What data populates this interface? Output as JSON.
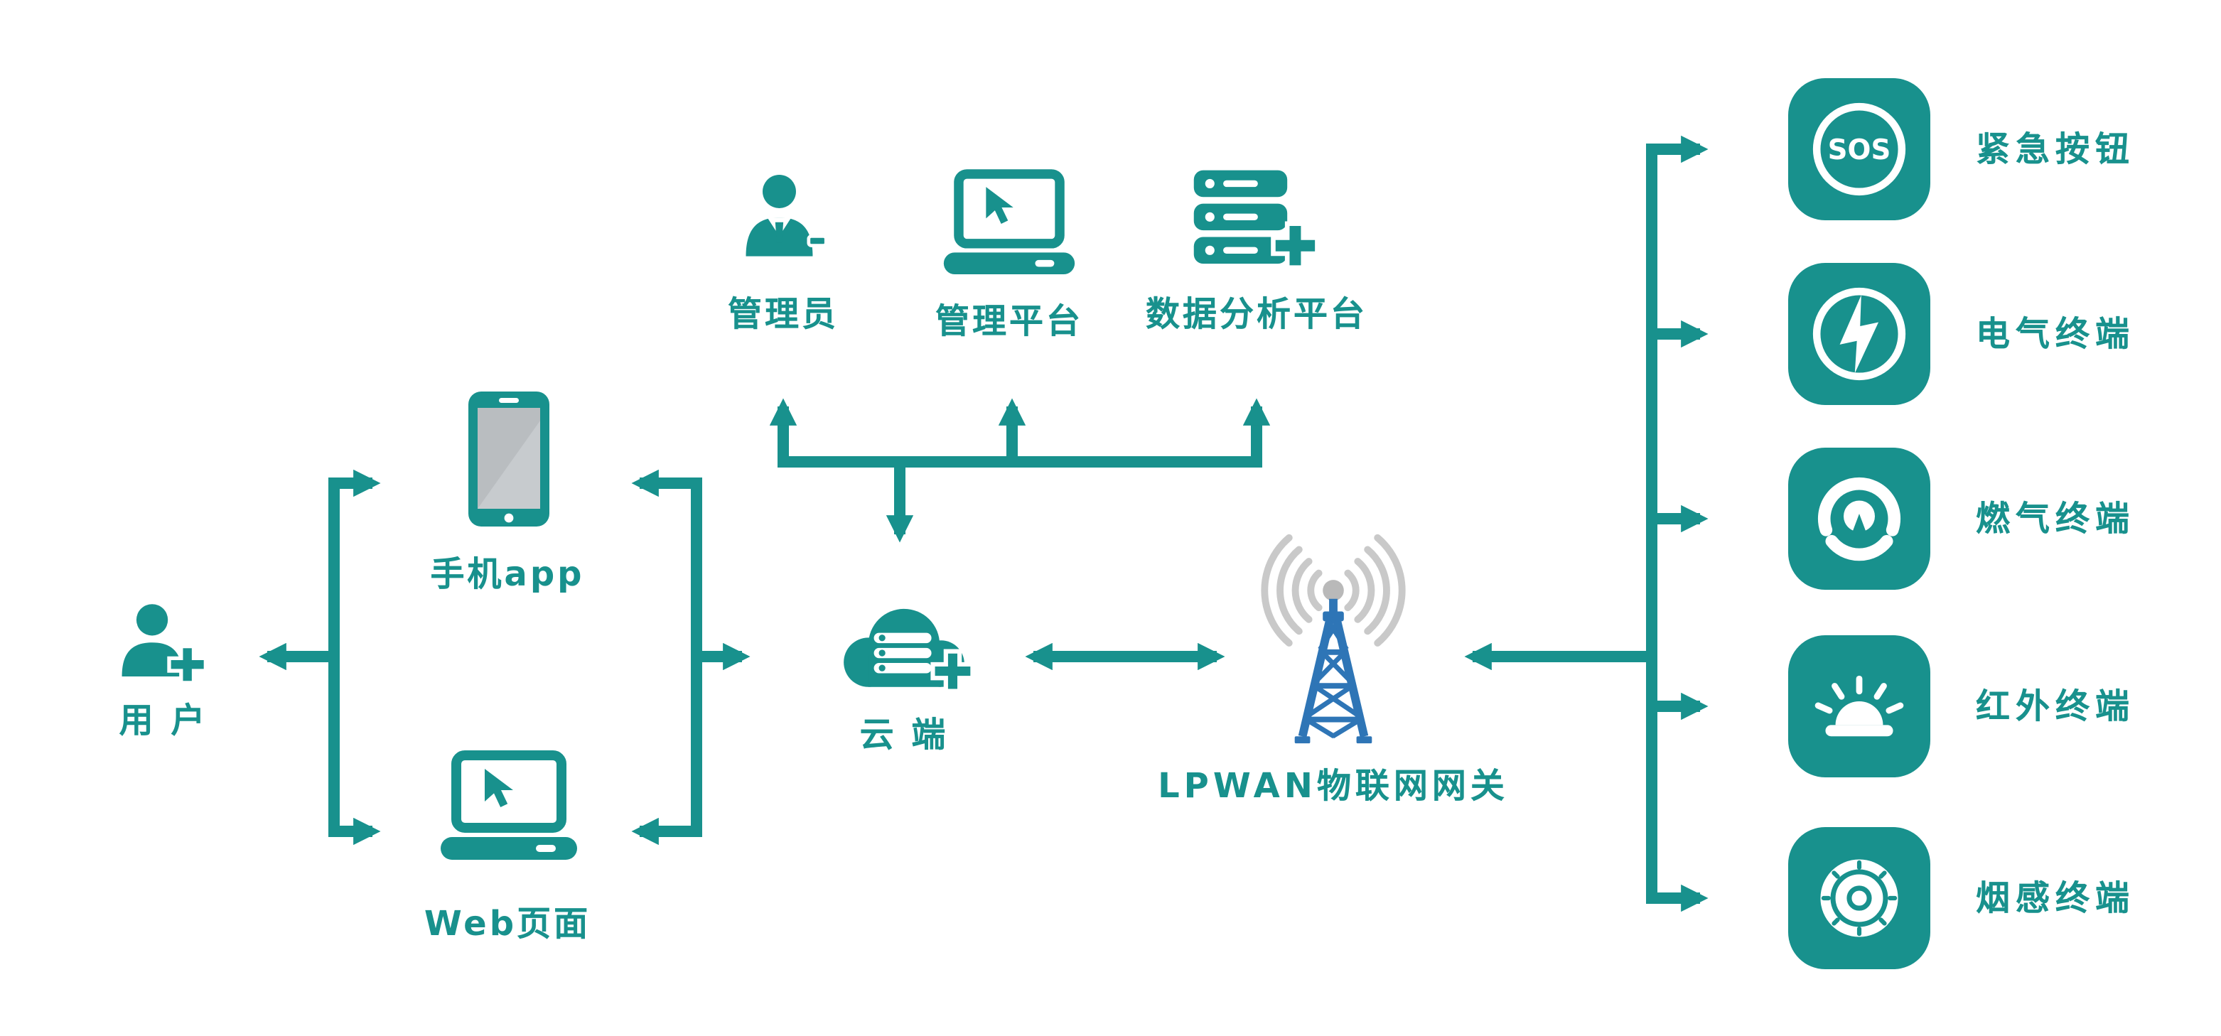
{
  "colors": {
    "teal": "#18918d",
    "tower-blue": "#2e75b6",
    "wave-gray": "#c9c9c9",
    "silver": "#b9b9b9",
    "screen-gray": "#b9bdc0",
    "screen-gray-light": "#c7cbce"
  },
  "nodes": {
    "user": {
      "label": "用 户"
    },
    "mobile_app": {
      "label": "手机app"
    },
    "web_page": {
      "label": "Web页面"
    },
    "admin": {
      "label": "管理员"
    },
    "management_platform": {
      "label": "管理平台"
    },
    "data_analytics_platform": {
      "label": "数据分析平台"
    },
    "cloud": {
      "label": "云 端"
    },
    "gateway": {
      "label": "LPWAN物联网网关"
    }
  },
  "terminals": [
    {
      "label": "紧急按钮",
      "icon": "sos-button-icon",
      "icon_text": "SOS"
    },
    {
      "label": "电气终端",
      "icon": "electrical-terminal-icon"
    },
    {
      "label": "燃气终端",
      "icon": "gas-terminal-icon"
    },
    {
      "label": "红外终端",
      "icon": "infrared-terminal-icon"
    },
    {
      "label": "烟感终端",
      "icon": "smoke-detector-icon"
    }
  ]
}
